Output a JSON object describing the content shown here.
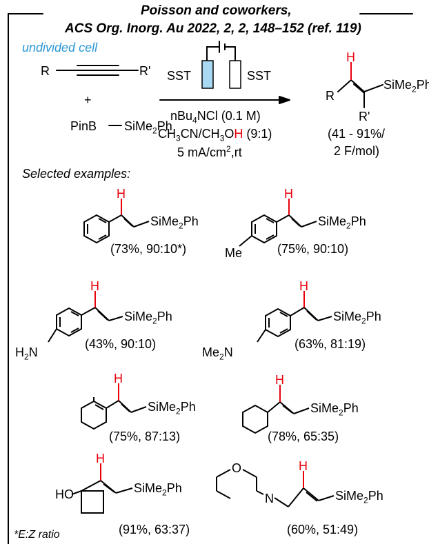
{
  "header": {
    "line1": "Poisson and coworkers,",
    "line2": "ACS Org. Inorg. Au 2022, 2, 2, 148–152 (ref. 119)"
  },
  "reaction": {
    "cell_label": "undivided cell",
    "electrode_left": "SST",
    "electrode_right": "SST",
    "alkyne_R": "R",
    "alkyne_R2": "R'",
    "plus": "+",
    "reagent_prefix": "PinB",
    "reagent_silyl": "SiMe",
    "reagent_silyl_sub": "2",
    "reagent_silyl_end": "Ph",
    "cond1_pre": "nBu",
    "cond1_sub": "4",
    "cond1_post": "NCl (0.1 M)",
    "cond2_pre": "CH",
    "cond2_sub": "3",
    "cond2_mid": "CN/CH",
    "cond2_sub2": "3",
    "cond2_O": "O",
    "cond2_H": "H",
    "cond2_post": " (9:1)",
    "cond3_pre": "5 mA/cm",
    "cond3_sup": "2",
    "cond3_post": ",rt",
    "prod_H": "H",
    "prod_R": "R",
    "prod_R2": "R'",
    "prod_silyl": "SiMe",
    "prod_silyl_sub": "2",
    "prod_silyl_end": "Ph",
    "yield1": "(41 - 91%/",
    "yield2": "2 F/mol)"
  },
  "examples_label": "Selected examples:",
  "examples": [
    {
      "H": "H",
      "silyl": "SiMe",
      "sub": "2",
      "end": "Ph",
      "yield": "(73%, 90:10*)"
    },
    {
      "H": "H",
      "silyl": "SiMe",
      "sub": "2",
      "end": "Ph",
      "yield": "(75%, 90:10)",
      "substituent": "Me"
    },
    {
      "H": "H",
      "silyl": "SiMe",
      "sub": "2",
      "end": "Ph",
      "yield": "(43%, 90:10)",
      "sub_pre": "H",
      "sub_sub": "2",
      "sub_post": "N"
    },
    {
      "H": "H",
      "silyl": "SiMe",
      "sub": "2",
      "end": "Ph",
      "yield": "(63%, 81:19)",
      "sub_pre": "Me",
      "sub_sub": "2",
      "sub_post": "N"
    },
    {
      "H": "H",
      "silyl": "SiMe",
      "sub": "2",
      "end": "Ph",
      "yield": "(75%, 87:13)"
    },
    {
      "H": "H",
      "silyl": "SiMe",
      "sub": "2",
      "end": "Ph",
      "yield": "(78%, 65:35)"
    },
    {
      "H": "H",
      "silyl": "SiMe",
      "sub": "2",
      "end": "Ph",
      "yield": "(91%, 63:37)",
      "substituent": "HO"
    },
    {
      "H": "H",
      "silyl": "SiMe",
      "sub": "2",
      "end": "Ph",
      "yield": "(60%, 51:49)",
      "O": "O",
      "N": "N"
    }
  ],
  "footnote": "*E:Z ratio",
  "colors": {
    "accent_blue": "#2b97d6",
    "cell_fill": "#a9d8f2",
    "highlight_red": "#e8000b"
  }
}
